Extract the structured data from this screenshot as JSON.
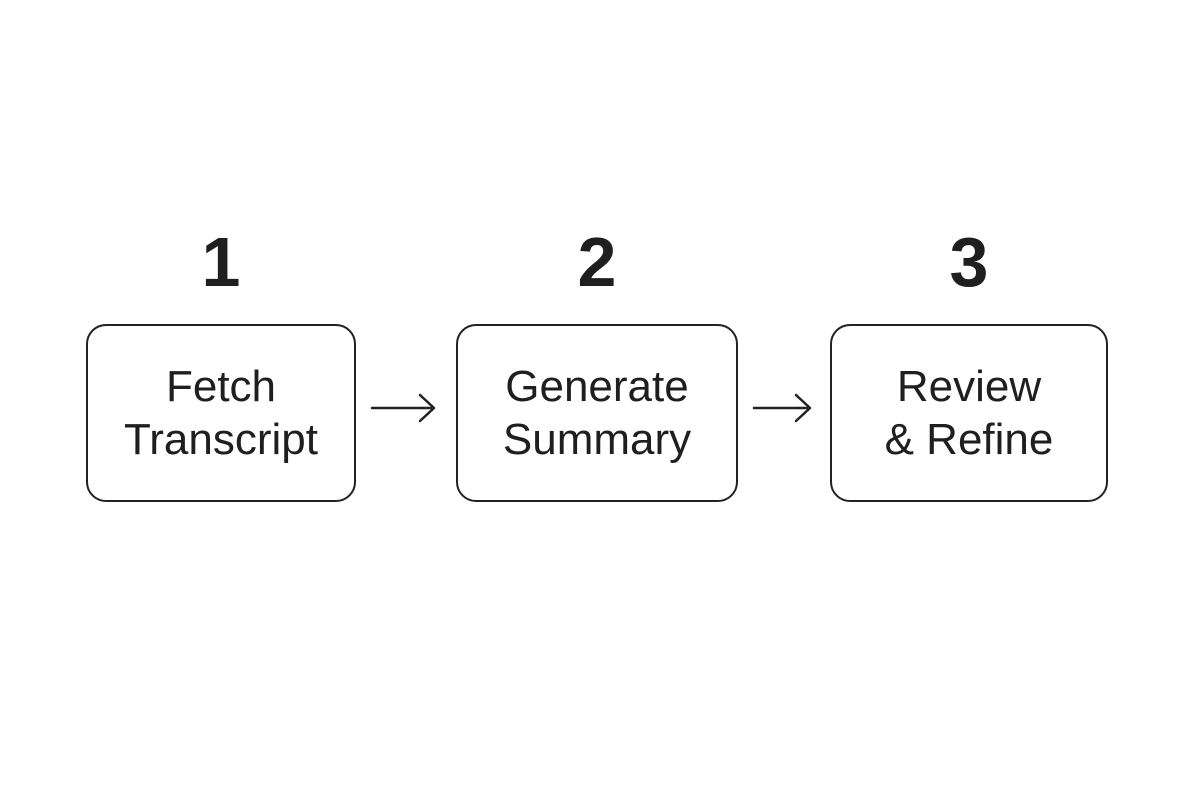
{
  "colors": {
    "stroke": "#222222",
    "text": "#1f1f1f",
    "background": "#ffffff"
  },
  "steps": [
    {
      "number": "1",
      "line1": "Fetch",
      "line2": "Transcript"
    },
    {
      "number": "2",
      "line1": "Generate",
      "line2": "Summary"
    },
    {
      "number": "3",
      "line1": "Review",
      "line2": "& Refine"
    }
  ]
}
